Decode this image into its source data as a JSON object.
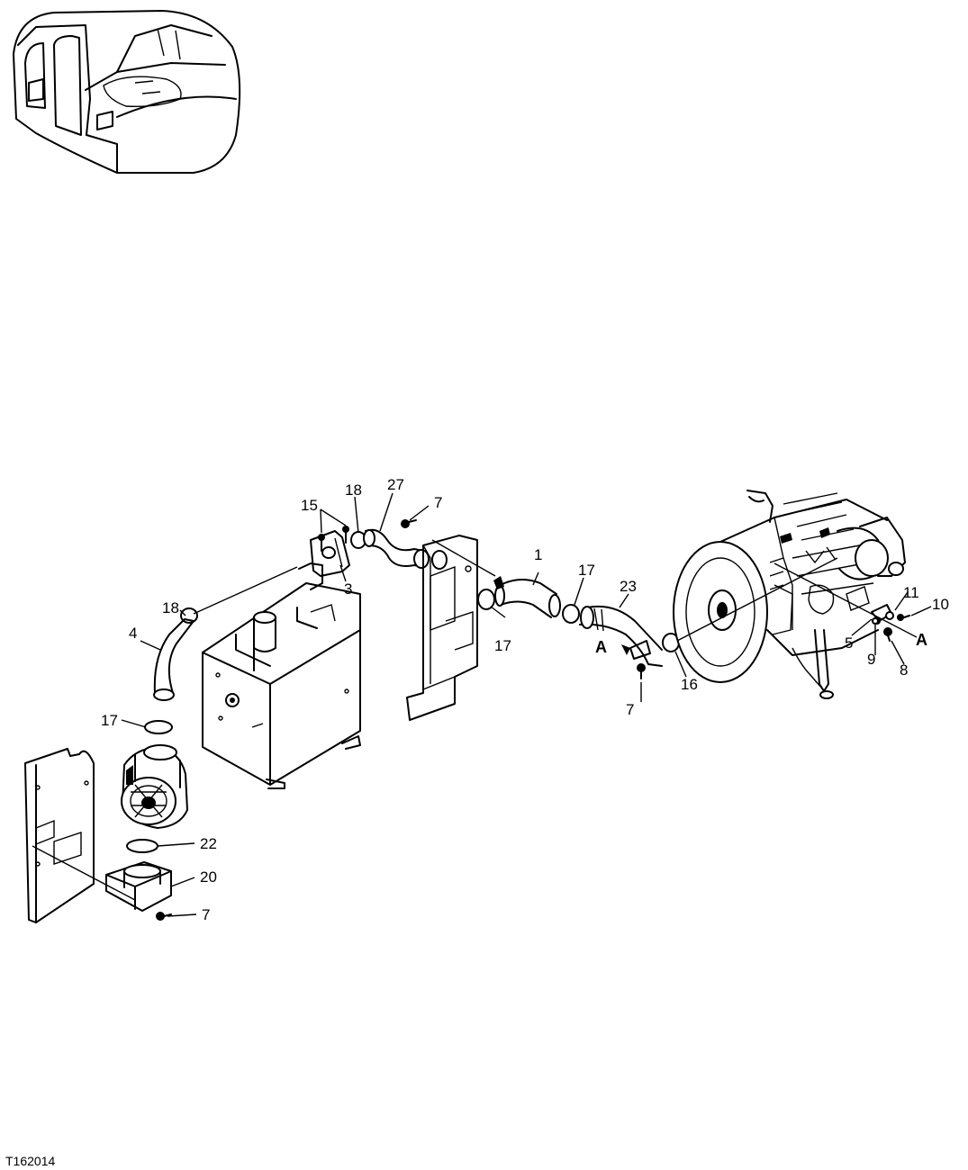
{
  "figure_id": "T162014",
  "callouts": [
    "15",
    "18",
    "27",
    "7",
    "3",
    "18",
    "4",
    "17",
    "22",
    "20",
    "7",
    "1",
    "17",
    "17",
    "23",
    "A",
    "7",
    "16",
    "11",
    "10",
    "5",
    "A",
    "9",
    "8"
  ]
}
